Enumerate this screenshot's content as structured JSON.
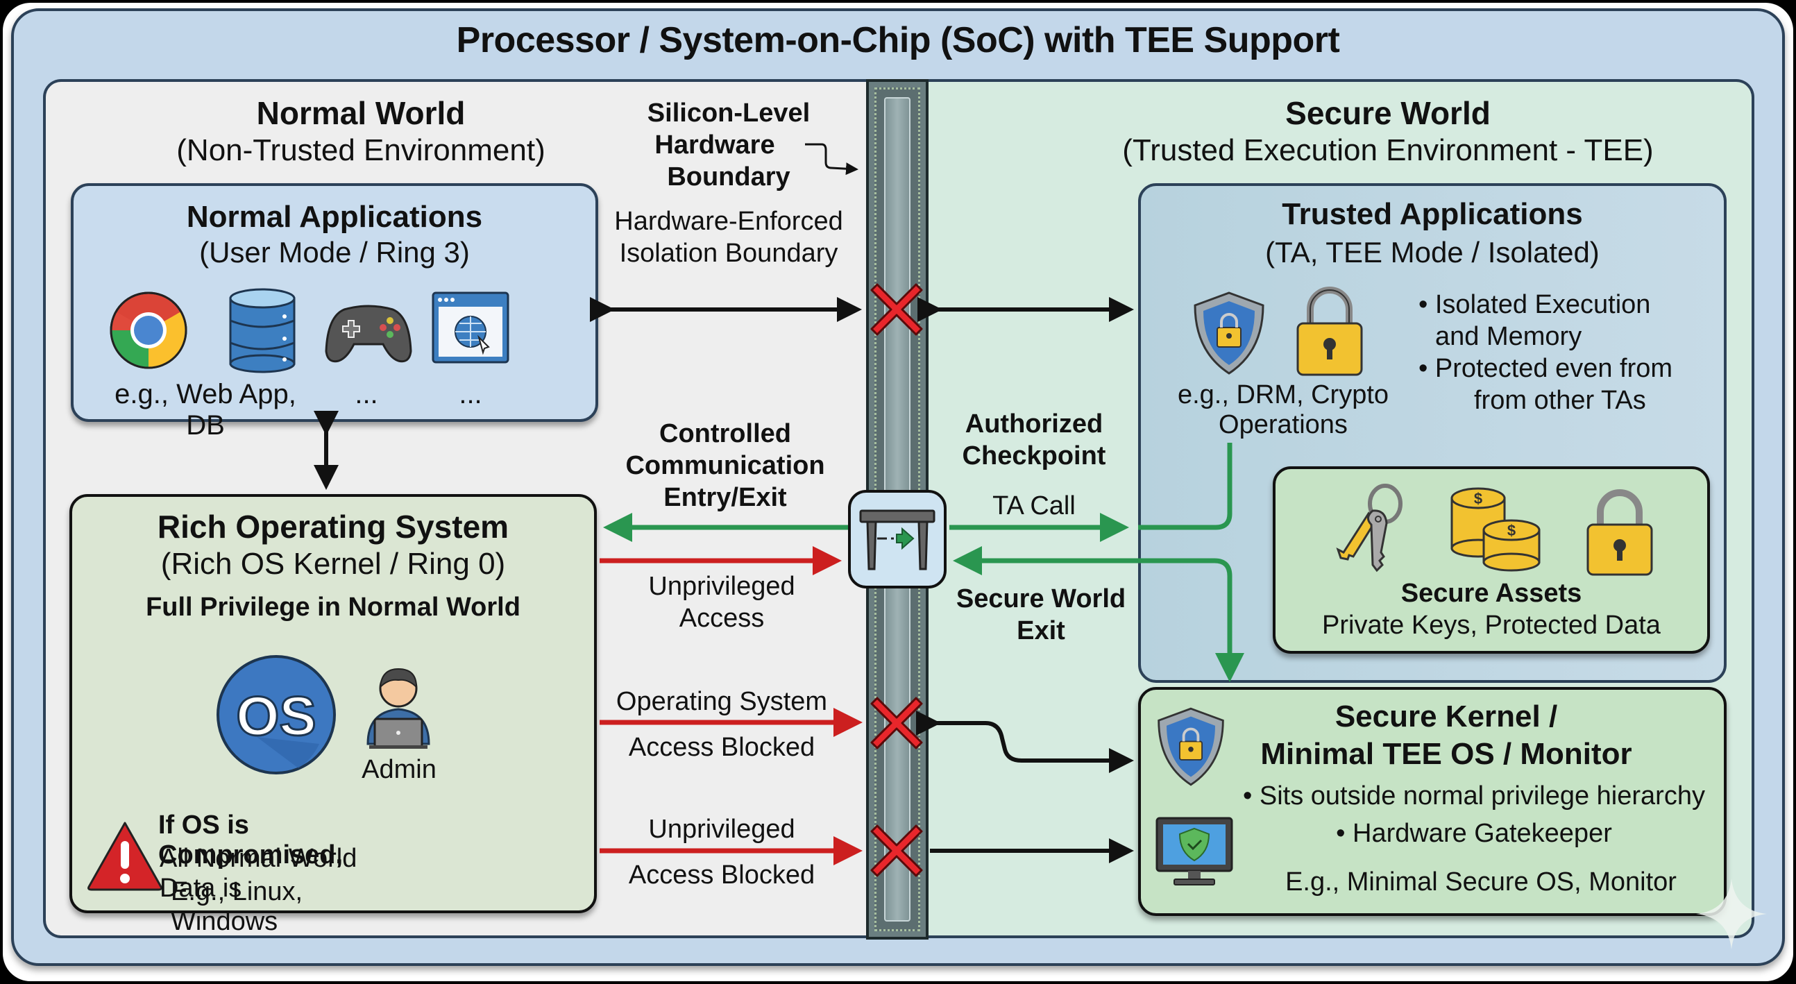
{
  "title": "Processor / System-on-Chip (SoC) with TEE Support",
  "normal_world": {
    "title": "Normal World",
    "subtitle": "(Non-Trusted Environment)",
    "normal_apps": {
      "title": "Normal Applications",
      "subtitle": "(User Mode / Ring 3)",
      "icons": [
        "chrome-browser-icon",
        "database-icon",
        "gamepad-icon",
        "web-window-icon"
      ],
      "caption_main": "e.g., Web App, DB",
      "caption_ellipsis_1": "...",
      "caption_ellipsis_2": "..."
    },
    "rich_os": {
      "title": "Rich Operating System",
      "subtitle": "(Rich OS Kernel / Ring 0)",
      "privilege": "Full Privilege in Normal World",
      "os_badge": "OS",
      "admin_label": "Admin",
      "warning_title": "If OS is Compromised,",
      "warning_line2": "All Normal World Data is",
      "warning_line3": "E.g., Linux, Windows"
    }
  },
  "boundary": {
    "silicon_line1": "Silicon-Level",
    "silicon_line2": "Hardware",
    "silicon_line3": "Boundary",
    "isolation_line1": "Hardware-Enforced",
    "isolation_line2": "Isolation Boundary",
    "controlled_line1": "Controlled",
    "controlled_line2": "Communication",
    "controlled_line3": "Entry/Exit",
    "unpriv_line1": "Unprivileged",
    "unpriv_line2": "Access",
    "os_blocked_line1": "Operating System",
    "os_blocked_line2": "Access Blocked",
    "unpriv_blocked_line1": "Unprivileged",
    "unpriv_blocked_line2": "Access Blocked",
    "checkpoint_line1": "Authorized",
    "checkpoint_line2": "Checkpoint",
    "ta_call": "TA Call",
    "sw_exit_line1": "Secure World",
    "sw_exit_line2": "Exit"
  },
  "secure_world": {
    "title": "Secure World",
    "subtitle": "(Trusted Execution Environment - TEE)",
    "trusted_apps": {
      "title": "Trusted Applications",
      "subtitle": "(TA, TEE Mode / Isolated)",
      "caption_line1": "e.g., DRM, Crypto",
      "caption_line2": "Operations",
      "bullets": [
        "Isolated Execution",
        "and Memory",
        "Protected even from",
        "from other TAs"
      ]
    },
    "secure_assets": {
      "title": "Secure Assets",
      "subtitle": "Private Keys, Protected Data"
    },
    "secure_kernel": {
      "title_line1": "Secure Kernel /",
      "title_line2": "Minimal TEE OS / Monitor",
      "bullets": [
        "Sits outside normal privilege hierarchy",
        "Hardware Gatekeeper"
      ],
      "example": "E.g., Minimal Secure OS, Monitor"
    }
  },
  "colors": {
    "soc_bg": "#c3d7ea",
    "normal_world_bg": "#eeeeee",
    "secure_world_bg": "#d6ebe0",
    "allowed_arrow": "#2a9650",
    "blocked_arrow": "#cc1f1f",
    "block_x": "#e8262b",
    "lock_gold": "#f2c230",
    "shield_blue": "#3a78c4"
  }
}
